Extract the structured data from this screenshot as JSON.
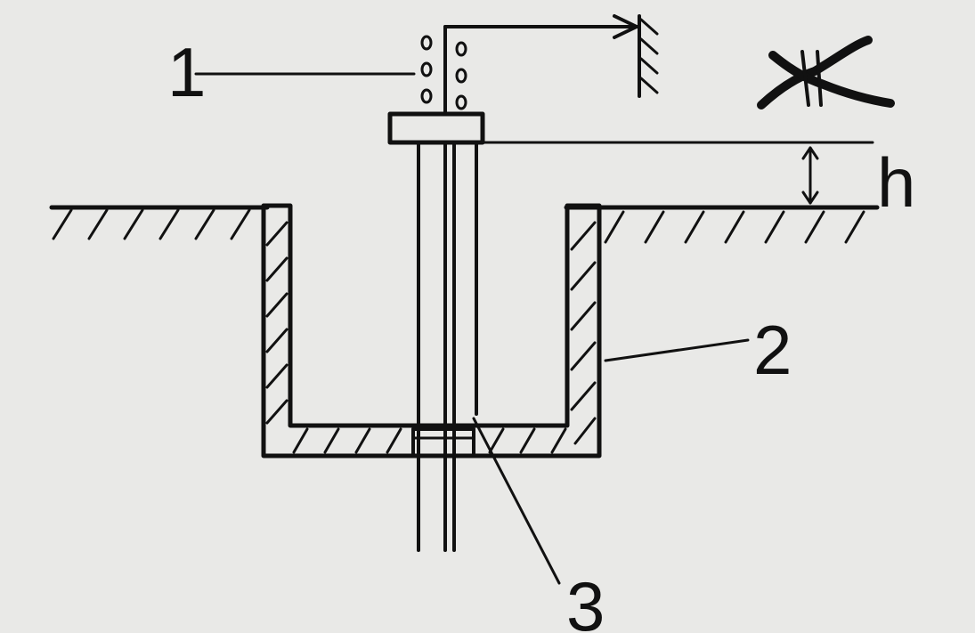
{
  "labels": {
    "part_1": "1",
    "part_2": "2",
    "part_3": "3",
    "height": "h"
  },
  "colors": {
    "paper": "#e9e9e7",
    "ink": "#111111"
  }
}
